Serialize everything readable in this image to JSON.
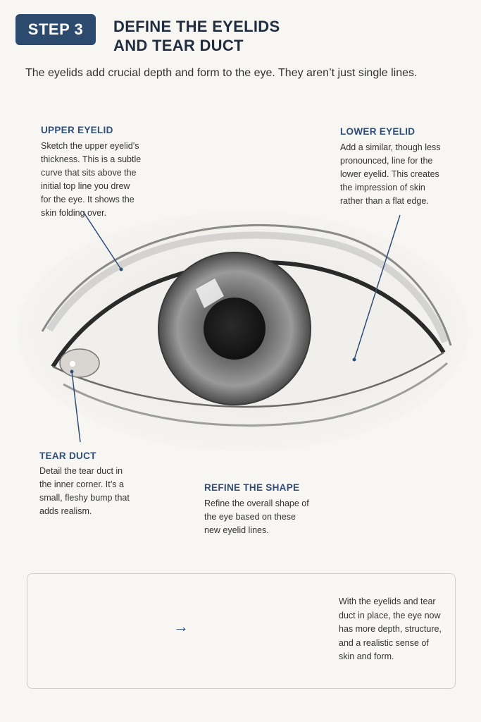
{
  "header": {
    "step_label": "STEP 3",
    "title_line1": "DEFINE THE EYELIDS",
    "title_line2": "AND TEAR DUCT",
    "subtitle": "The eyelids add crucial depth and form to the eye. They aren’t just single lines."
  },
  "annotations": {
    "upper_eyelid": {
      "heading": "UPPER EYELID",
      "lines": [
        "Sketch the upper eyelid’s",
        "thickness. This is a subtle",
        "curve that sits above the",
        "initial top line you drew",
        "for the eye. It shows the",
        "skin folding over."
      ]
    },
    "lower_eyelid": {
      "heading": "LOWER EYELID",
      "lines": [
        "Add a similar, though less",
        "pronounced, line for the",
        "lower eyelid. This creates",
        "the impression of skin",
        "rather than a flat edge."
      ]
    },
    "tear_duct": {
      "heading": "TEAR DUCT",
      "lines": [
        "Detail the tear duct in",
        "the inner corner. It’s a",
        "small, fleshy bump that",
        "adds realism."
      ]
    },
    "refine_shape": {
      "heading": "REFINE THE SHAPE",
      "lines": [
        "Refine the overall shape of",
        "the eye based on these",
        "new eyelid lines."
      ]
    }
  },
  "comparison": {
    "arrow": "→",
    "lines": [
      "With the eyelids and tear",
      "duct in place, the eye now",
      "has more depth, structure,",
      "and a realistic sense of",
      "skin and form."
    ]
  },
  "colors": {
    "badge": "#2c4a6e",
    "heading_blue": "#2f4e78",
    "pencil": "#3a3a3a"
  }
}
